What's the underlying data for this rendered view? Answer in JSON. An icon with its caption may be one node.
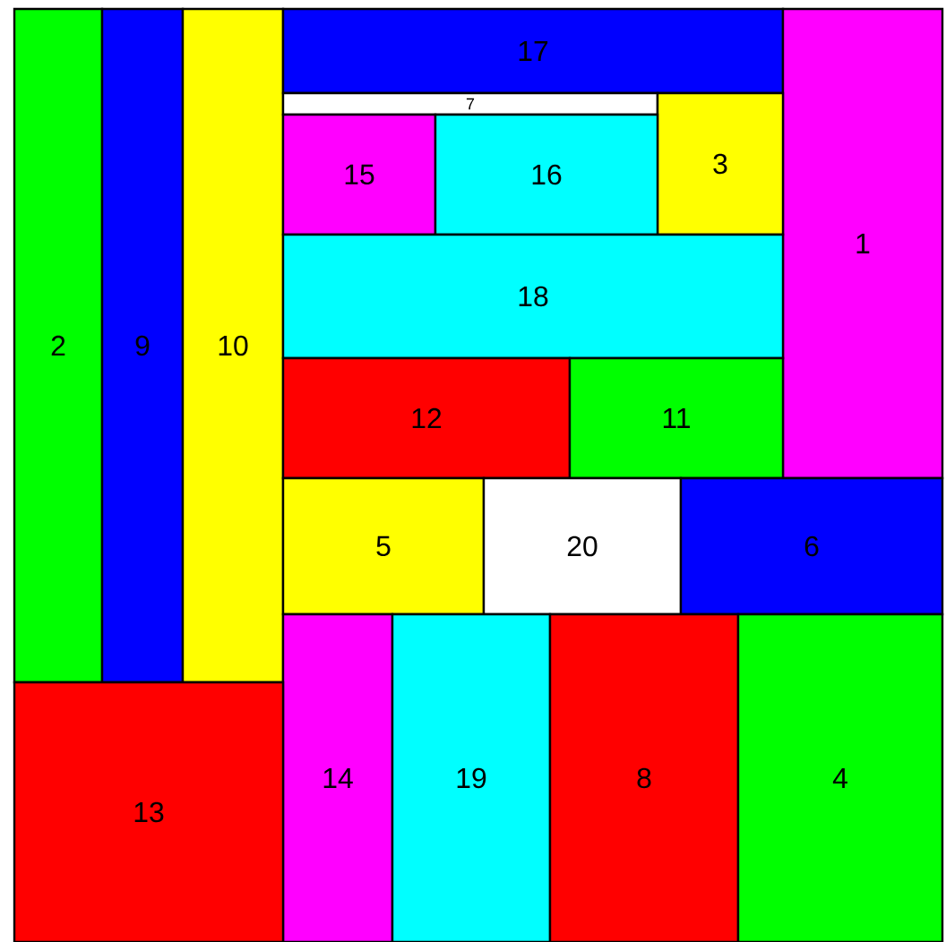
{
  "diagram": {
    "nodes": [
      {
        "text": [
          "2"
        ]
      },
      {
        "text": [
          "9"
        ]
      },
      {
        "text": [
          "10"
        ]
      },
      {
        "text": [
          "17"
        ]
      },
      {
        "text": [
          "1"
        ]
      },
      {
        "text": [
          "7"
        ]
      },
      {
        "text": [
          "3"
        ]
      },
      {
        "text": [
          "15"
        ]
      },
      {
        "text": [
          "16"
        ]
      },
      {
        "text": [
          "18"
        ]
      },
      {
        "text": [
          "12"
        ]
      },
      {
        "text": [
          "11"
        ]
      },
      {
        "text": [
          "5"
        ]
      },
      {
        "text": [
          "20"
        ]
      },
      {
        "text": [
          "6"
        ]
      },
      {
        "text": [
          "14"
        ]
      },
      {
        "text": [
          "19"
        ]
      },
      {
        "text": [
          "8"
        ]
      },
      {
        "text": [
          "4"
        ]
      },
      {
        "text": [
          "13"
        ]
      }
    ]
  }
}
